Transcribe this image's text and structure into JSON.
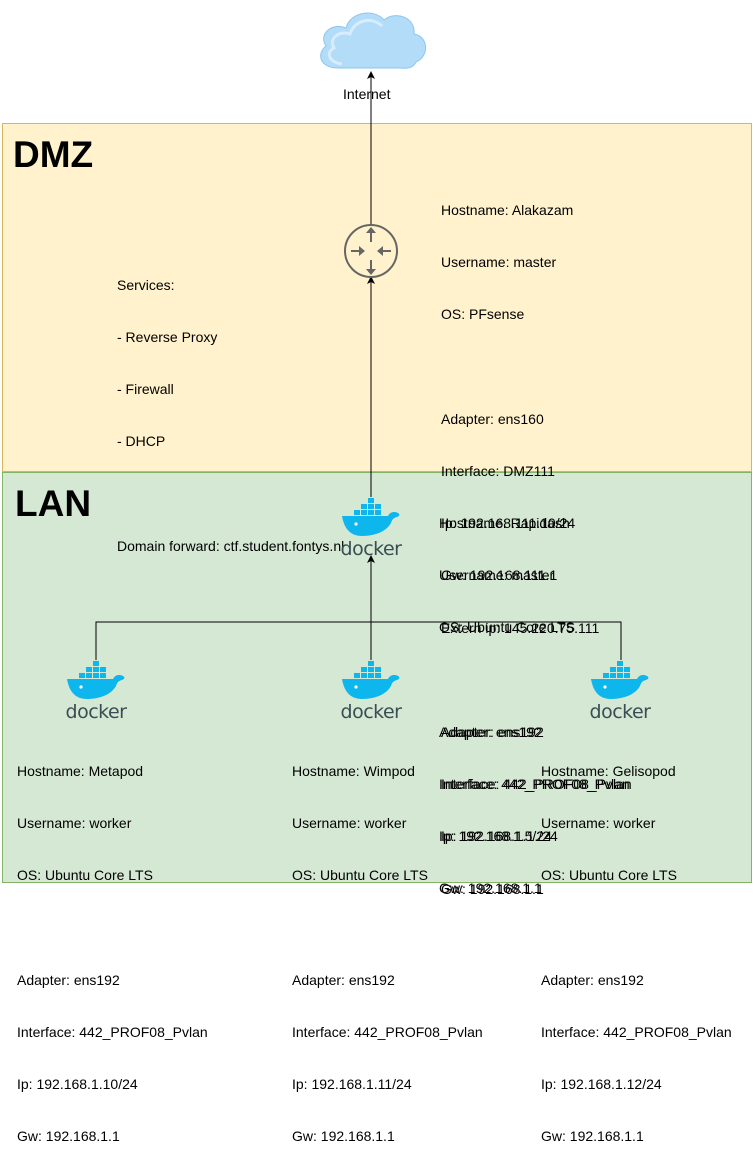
{
  "internet": {
    "label": "Internet"
  },
  "dmz": {
    "title": "DMZ",
    "services": [
      "Services:",
      "- Reverse Proxy",
      "- Firewall",
      "- DHCP",
      "",
      "Domain forward: ctf.student.fontys.nl"
    ],
    "router": {
      "lines": [
        "Hostname: Alakazam",
        "Username: master",
        "OS: PFsense",
        "",
        "Adapter: ens160",
        "Interface: DMZ111",
        "Ip: 192.168.111.10/24",
        "Gw: 192.168.111.1",
        "Extern ip: 145.220.75.111",
        "",
        "Adapter: ens192",
        "Interface: 442_PROF08_Pvlan",
        "Ip: 192.168.1.1./24",
        "Gw: 192.168.1.1"
      ]
    }
  },
  "lan": {
    "title": "LAN",
    "docker_label": "docker",
    "main": {
      "lines": [
        "Hostname: Rapidash",
        "Username: master",
        "OS: Ubuntu Core LTS",
        "",
        "Adapter: ens192",
        "Interface: 442_PROF08_Pvlan",
        "Ip: 192.168.1.5/24",
        "Gw: 192.168.1.1"
      ]
    },
    "workers": [
      {
        "lines": [
          "Hostname: Metapod",
          "Username: worker",
          "OS: Ubuntu Core LTS",
          "",
          "Adapter: ens192",
          "Interface: 442_PROF08_Pvlan",
          "Ip: 192.168.1.10/24",
          "Gw: 192.168.1.1"
        ]
      },
      {
        "lines": [
          "Hostname: Wimpod",
          "Username: worker",
          "OS: Ubuntu Core LTS",
          "",
          "Adapter: ens192",
          "Interface: 442_PROF08_Pvlan",
          "Ip: 192.168.1.11/24",
          "Gw: 192.168.1.1"
        ]
      },
      {
        "lines": [
          "Hostname: Gelisopod",
          "Username: worker",
          "OS: Ubuntu Core LTS",
          "",
          "Adapter: ens192",
          "Interface: 442_PROF08_Pvlan",
          "Ip: 192.168.1.12/24",
          "Gw: 192.168.1.1"
        ]
      }
    ]
  },
  "colors": {
    "dmz_fill": "#fff2cc",
    "dmz_border": "#d6b656",
    "lan_fill": "#d5e8d4",
    "lan_border": "#82b366",
    "cloud": "#b3dcf8",
    "docker_blue": "#0db7ed",
    "docker_text": "#394d54",
    "router": "#666666"
  },
  "icons": [
    "cloud-icon",
    "router-icon",
    "docker-icon"
  ]
}
